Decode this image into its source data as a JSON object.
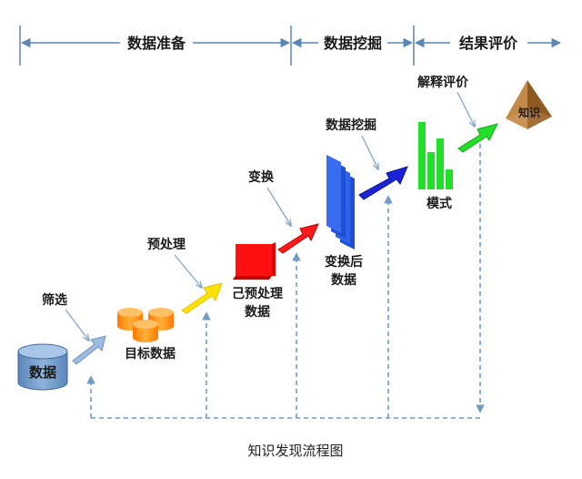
{
  "phases": {
    "prep": "数据准备",
    "mining": "数据挖掘",
    "evaluation": "结果评价"
  },
  "nodes": {
    "data": "数据",
    "target": "目标数据",
    "preprocessed_line1": "己预处理",
    "preprocessed_line2": "数据",
    "transformed_line1": "变换后",
    "transformed_line2": "数据",
    "pattern": "模式",
    "knowledge": "知识"
  },
  "steps": {
    "filter": "筛选",
    "preprocess": "预处理",
    "transform": "变换",
    "mining": "数据挖掘",
    "interpret": "解释评价"
  },
  "caption": "知识发现流程图",
  "colors": {
    "phase_line": "#5a86b5",
    "data_cylinder": "#6d99c9",
    "target_cylinders": "#ff8a00",
    "preprocessed": "#ff1010",
    "transformed": "#1f4fd8",
    "pattern": "#22e02a",
    "knowledge": "#b57a3a",
    "arrow_filter": "#9dbbe0",
    "arrow_preprocess": "#ffe200",
    "arrow_transform": "#ff1a1a",
    "arrow_mining": "#1a23d8",
    "arrow_interpret": "#22e02a",
    "feedback": "#6f9ac6"
  }
}
